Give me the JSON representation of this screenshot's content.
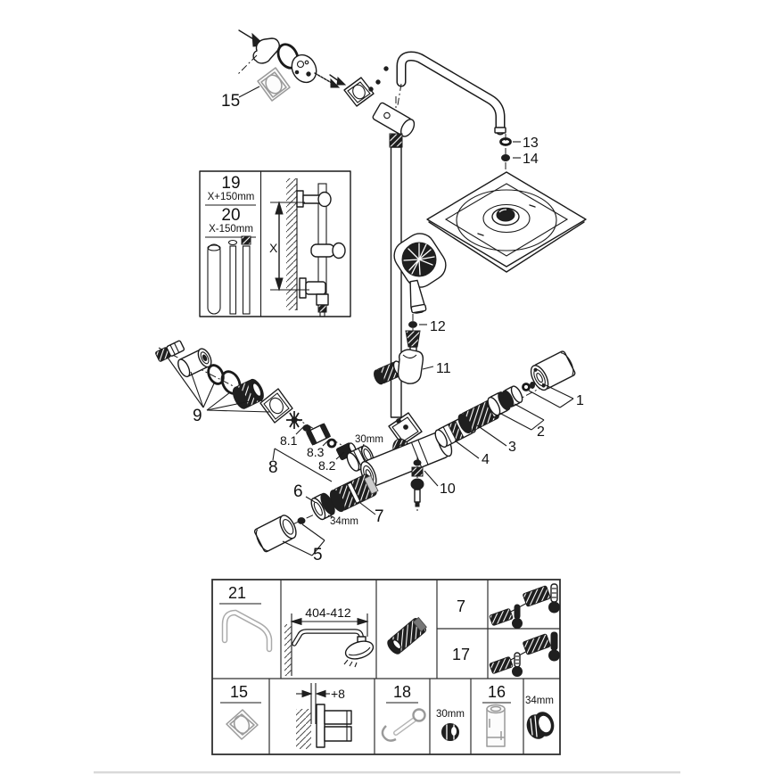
{
  "diagram": {
    "callouts": {
      "part1": "1",
      "part2": "2",
      "part3": "3",
      "part4": "4",
      "part5": "5",
      "part6": "6",
      "part7": "7",
      "part8": "8",
      "part8_1": "8.1",
      "part8_2": "8.2",
      "part8_3": "8.3",
      "part9": "9",
      "part10": "10",
      "part11": "11",
      "part12": "12",
      "part13": "13",
      "part14": "14",
      "part15": "15",
      "size_30mm": "30mm",
      "size_34mm": "34mm"
    },
    "inset": {
      "part19": "19",
      "part19_length": "X+150mm",
      "part20": "20",
      "part20_length": "X-150mm",
      "x_dim": "X"
    },
    "colors": {
      "line": "#1a1a1a",
      "dark_part": "#1f1f1f",
      "gray_part": "#9a9a9a",
      "table_border": "#2f2f2f"
    }
  },
  "table": {
    "row1": {
      "part21": "21",
      "arm_length_range": "404-412",
      "part7": "7",
      "part17": "17"
    },
    "row2": {
      "part15": "15",
      "wall_offset": "+8",
      "part18": "18",
      "size_30mm": "30mm",
      "part16": "16",
      "size_34mm": "34mm"
    }
  }
}
